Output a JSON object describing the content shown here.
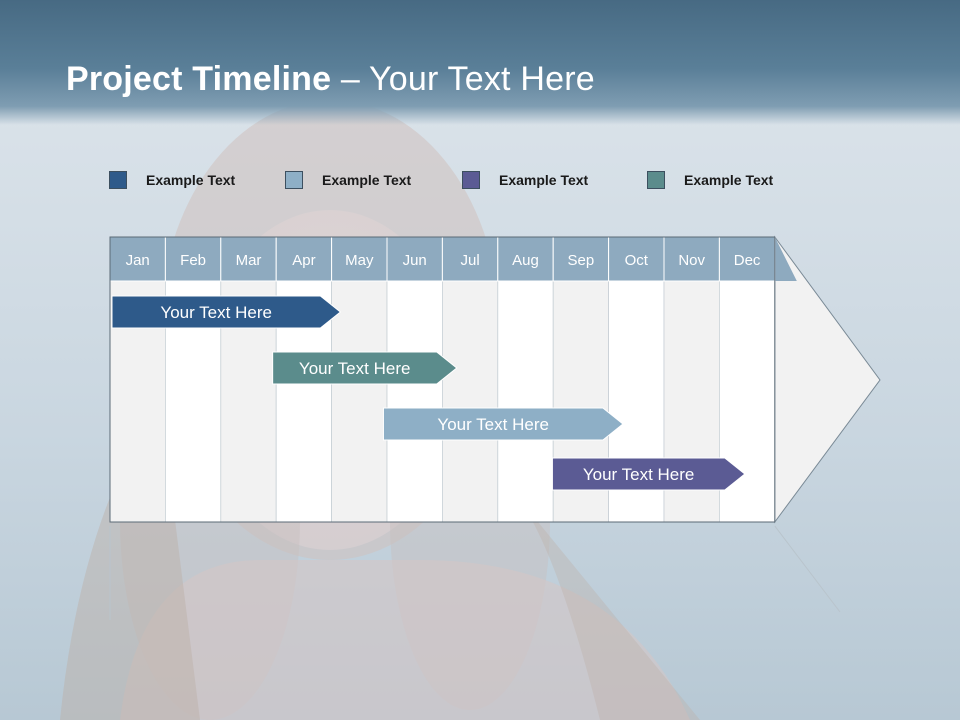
{
  "title": {
    "main": "Project Timeline",
    "rest": " – Your Text Here"
  },
  "legend": [
    {
      "label": "Example Text",
      "color": "#2e5a8a"
    },
    {
      "label": "Example Text",
      "color": "#8eafc6"
    },
    {
      "label": "Example Text",
      "color": "#5b5b94"
    },
    {
      "label": "Example Text",
      "color": "#5b8c8c"
    }
  ],
  "months": [
    "Jan",
    "Feb",
    "Mar",
    "Apr",
    "May",
    "Jun",
    "Jul",
    "Aug",
    "Sep",
    "Oct",
    "Nov",
    "Dec"
  ],
  "tasks": [
    {
      "label": "Your  Text Here",
      "start_month": 1.0,
      "end_month": 4.7,
      "color": "#2e5a8a"
    },
    {
      "label": "Your  Text Here",
      "start_month": 3.9,
      "end_month": 6.8,
      "color": "#5b8c8c"
    },
    {
      "label": "Your  Text Here",
      "start_month": 5.9,
      "end_month": 9.8,
      "color": "#8eafc6"
    },
    {
      "label": "Your  Text Here",
      "start_month": 8.95,
      "end_month": 12.0,
      "color": "#5b5b94"
    }
  ],
  "colors": {
    "header_band": "#476a83",
    "month_header": "#8eaabf",
    "stripe_light": "#f2f2f2",
    "stripe_white": "#ffffff"
  }
}
